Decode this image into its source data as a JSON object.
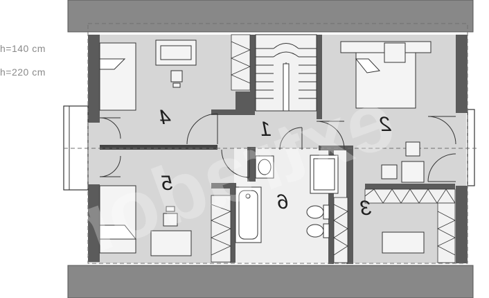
{
  "legend": {
    "line1": "h=140 cm",
    "line2": "h=220 cm"
  },
  "rooms": [
    {
      "id": "room-1",
      "number": "1"
    },
    {
      "id": "room-2",
      "number": "2"
    },
    {
      "id": "room-3",
      "number": "3"
    },
    {
      "id": "room-4",
      "number": "4"
    },
    {
      "id": "room-5",
      "number": "5"
    },
    {
      "id": "room-6",
      "number": "6"
    }
  ],
  "watermark": "extradom",
  "colors": {
    "roof": "#888888",
    "wall": "#5b5b5b",
    "floor": "#d6d6d6",
    "bath_floor": "#efefef",
    "line": "#2a2a2a",
    "dashed": "#6f6f6f"
  }
}
